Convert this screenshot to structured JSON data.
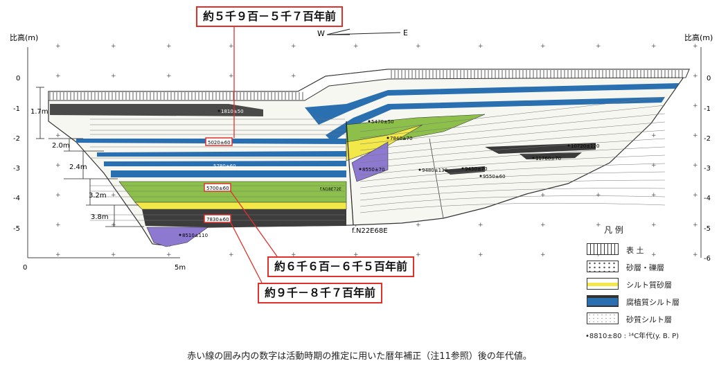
{
  "callouts": {
    "top": "約５千９百－５千７百年前",
    "middle": "約６千６百－６千５百年前",
    "bottom": "約９千－８千７百年前"
  },
  "axis": {
    "left_title": "比高(m)",
    "right_title": "比高(m)",
    "y_ticks": [
      "0",
      "-1",
      "-2",
      "-3",
      "-4",
      "-5"
    ],
    "right_ticks": [
      "0",
      "-1",
      "-2",
      "-3",
      "-4",
      "-5",
      "-6"
    ],
    "scale_start": "0",
    "scale_end": "5m"
  },
  "direction": {
    "west": "W",
    "east": "E"
  },
  "depth_markers": [
    "1.7m",
    "2.0m",
    "2.4m",
    "3.2m",
    "3.8m"
  ],
  "dates": [
    "1810±50",
    "5020±60",
    "5780±60",
    "5700±60",
    "7830±60",
    "8510±110",
    "5470±50",
    "7840±70",
    "8550±70",
    "9480±130",
    "9430±70",
    "9550±60",
    "10720±120",
    "11760±70",
    "f.N18E72E"
  ],
  "fault_label": "f.N22E68E",
  "legend": {
    "title": "凡 例",
    "items": [
      "表 土",
      "砂層・礫層",
      "シルト質砂層",
      "腐植質シルト層",
      "砂質シルト層"
    ],
    "note": "•8810±80 : ¹⁴C年代(y. B. P)"
  },
  "caption": "赤い線の囲み内の数字は活動時期の推定に用いた暦年補正（注11参照）後の年代値。",
  "colors": {
    "humic_silt": "#2a6fb0",
    "silty_sand": "#f2e84a",
    "green_layer": "#8cc04a",
    "purple_layer": "#8d7ad0",
    "dark_layer": "#3a3a3a",
    "callout_red": "#e0302a"
  }
}
